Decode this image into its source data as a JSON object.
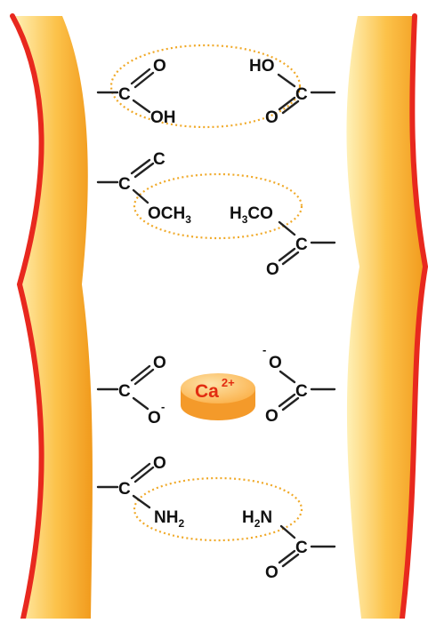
{
  "colors": {
    "band_light": "#fff1b8",
    "band_mid": "#fcc24a",
    "band_dark": "#f19a1c",
    "edge_red": "#e8281e",
    "ion_fill": "#f49a2a",
    "ion_top": "#fbb24c",
    "ion_text": "#e22c10",
    "ring": "#f0a928",
    "bond": "#222222"
  },
  "labels": {
    "o": "O",
    "c": "C",
    "oh": "OH",
    "ho": "HO",
    "och3_main": "OCH",
    "h3co_h": "H",
    "h3co_rest": "CO",
    "sub3": "3",
    "nh2_main": "NH",
    "h2n_h": "H",
    "h2n_n": "N",
    "sub2": "2",
    "neg": "-",
    "ca": "Ca",
    "charge": "2+"
  }
}
